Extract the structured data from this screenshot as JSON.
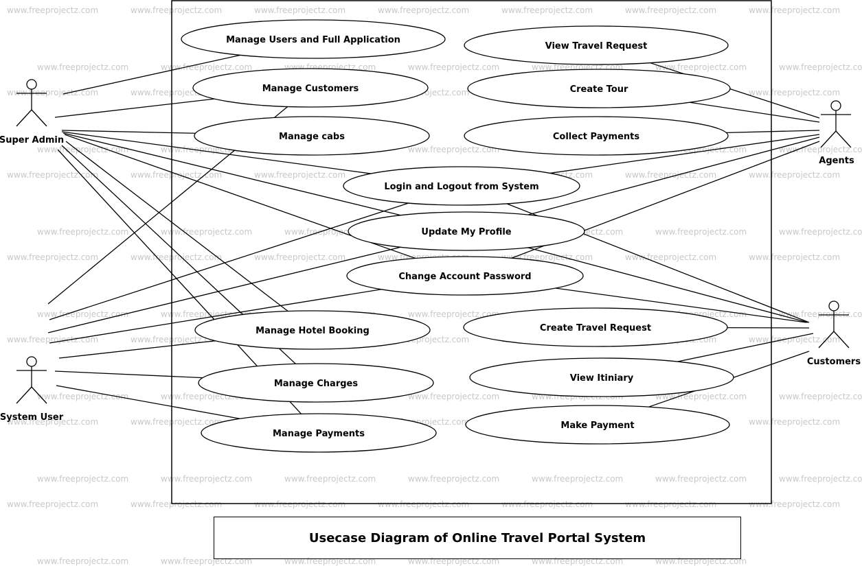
{
  "watermark_text": "www.freeprojectz.com",
  "diagram_title": "Usecase Diagram of Online Travel Portal System",
  "actors": [
    {
      "id": "super-admin",
      "label": "Super Admin"
    },
    {
      "id": "system-user",
      "label": "System User"
    },
    {
      "id": "agents",
      "label": "Agents"
    },
    {
      "id": "customers",
      "label": "Customers"
    }
  ],
  "use_cases": [
    {
      "id": "manage-users",
      "label": "Manage Users and Full Application"
    },
    {
      "id": "manage-customers",
      "label": "Manage Customers"
    },
    {
      "id": "manage-cabs",
      "label": "Manage cabs"
    },
    {
      "id": "login-logout",
      "label": "Login and Logout from System"
    },
    {
      "id": "update-profile",
      "label": "Update My Profile"
    },
    {
      "id": "change-password",
      "label": "Change Account Password"
    },
    {
      "id": "manage-hotel",
      "label": "Manage Hotel Booking"
    },
    {
      "id": "manage-charges",
      "label": "Manage Charges"
    },
    {
      "id": "manage-payments",
      "label": "Manage Payments"
    },
    {
      "id": "view-travel-request",
      "label": "View Travel Request"
    },
    {
      "id": "create-tour",
      "label": "Create Tour"
    },
    {
      "id": "collect-payments",
      "label": "Collect Payments"
    },
    {
      "id": "create-travel-request",
      "label": "Create Travel Request"
    },
    {
      "id": "view-itiniary",
      "label": "View Itiniary"
    },
    {
      "id": "make-payment",
      "label": "Make Payment"
    }
  ],
  "associations": [
    [
      "super-admin",
      "manage-users"
    ],
    [
      "super-admin",
      "manage-customers"
    ],
    [
      "super-admin",
      "manage-cabs"
    ],
    [
      "super-admin",
      "login-logout"
    ],
    [
      "super-admin",
      "update-profile"
    ],
    [
      "super-admin",
      "change-password"
    ],
    [
      "super-admin",
      "manage-hotel"
    ],
    [
      "super-admin",
      "manage-charges"
    ],
    [
      "super-admin",
      "manage-payments"
    ],
    [
      "system-user",
      "manage-customers"
    ],
    [
      "system-user",
      "login-logout"
    ],
    [
      "system-user",
      "update-profile"
    ],
    [
      "system-user",
      "change-password"
    ],
    [
      "system-user",
      "manage-hotel"
    ],
    [
      "system-user",
      "manage-charges"
    ],
    [
      "system-user",
      "manage-payments"
    ],
    [
      "agents",
      "view-travel-request"
    ],
    [
      "agents",
      "create-tour"
    ],
    [
      "agents",
      "collect-payments"
    ],
    [
      "agents",
      "login-logout"
    ],
    [
      "agents",
      "update-profile"
    ],
    [
      "agents",
      "change-password"
    ],
    [
      "customers",
      "login-logout"
    ],
    [
      "customers",
      "update-profile"
    ],
    [
      "customers",
      "change-password"
    ],
    [
      "customers",
      "create-travel-request"
    ],
    [
      "customers",
      "view-itiniary"
    ],
    [
      "customers",
      "make-payment"
    ]
  ]
}
